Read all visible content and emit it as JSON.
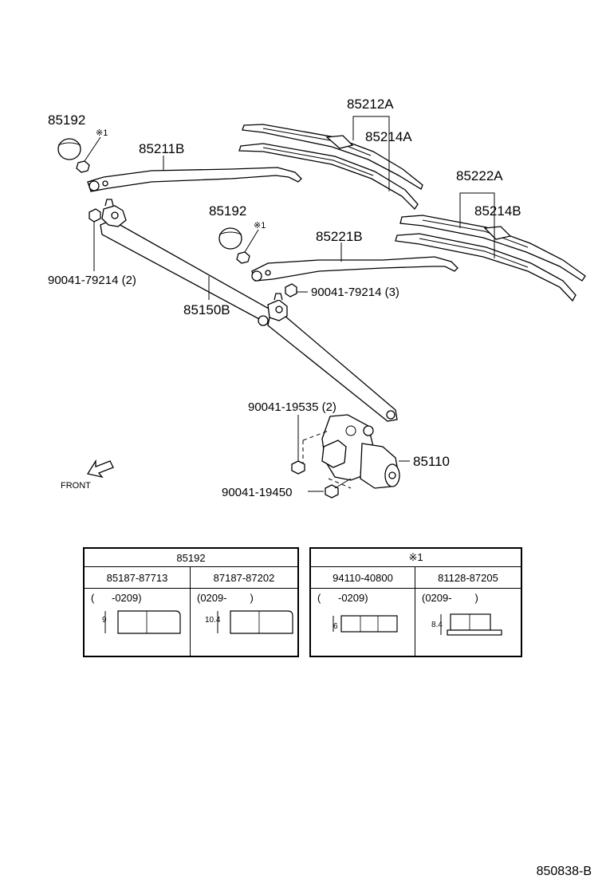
{
  "callouts": {
    "cap_left": "85192",
    "nut_left": "※1",
    "arm_front": "85211B",
    "blade_a": "85212A",
    "insert_a": "85214A",
    "cap_mid": "85192",
    "nut_mid": "※1",
    "blade_b": "85222A",
    "insert_b": "85214B",
    "arm_rear": "85221B",
    "nut_link_left": "90041-79214 (2)",
    "nut_link_right": "90041-79214 (3)",
    "link": "85150B",
    "bolt_motor": "90041-19535 (2)",
    "motor": "85110",
    "bolt_bracket": "90041-19450",
    "front": "FRONT"
  },
  "table_left": {
    "title": "85192",
    "columns": [
      {
        "part": "85187-87713",
        "range": "(      -0209)",
        "dim": "9"
      },
      {
        "part": "87187-87202",
        "range": "(0209-        )",
        "dim": "10.4"
      }
    ]
  },
  "table_right": {
    "title": "※1",
    "columns": [
      {
        "part": "94110-40800",
        "range": "(      -0209)",
        "dim": "6"
      },
      {
        "part": "81128-87205",
        "range": "(0209-        )",
        "dim": "8.4"
      }
    ]
  },
  "diagram_ref": "850838-B"
}
